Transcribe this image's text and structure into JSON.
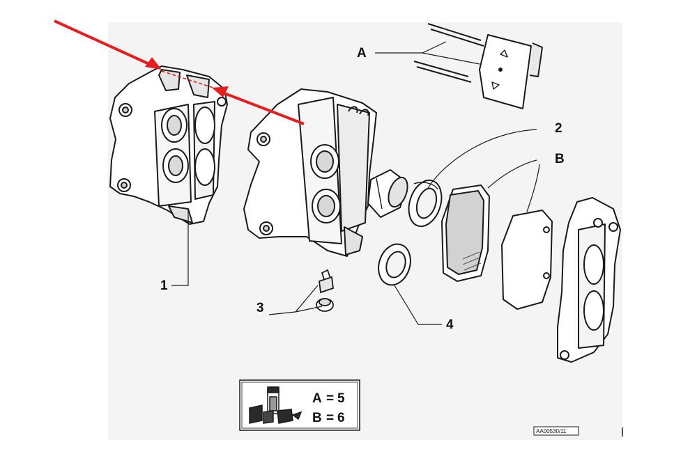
{
  "diagram": {
    "callouts": {
      "part_1": "1",
      "part_2": "2",
      "part_3": "3",
      "part_4": "4",
      "part_A": "A",
      "part_B": "B"
    },
    "quantity_box": {
      "row_a_letter": "A",
      "row_a_eq": "=",
      "row_a_value": "5",
      "row_b_letter": "B",
      "row_b_eq": "=",
      "row_b_value": "6"
    },
    "reference_code": "AA00530/11",
    "colors": {
      "arrow": "#e41e1e",
      "line": "#1a1a1a",
      "panel": "#f4f4f4",
      "shade": "#d2d2d2"
    }
  }
}
